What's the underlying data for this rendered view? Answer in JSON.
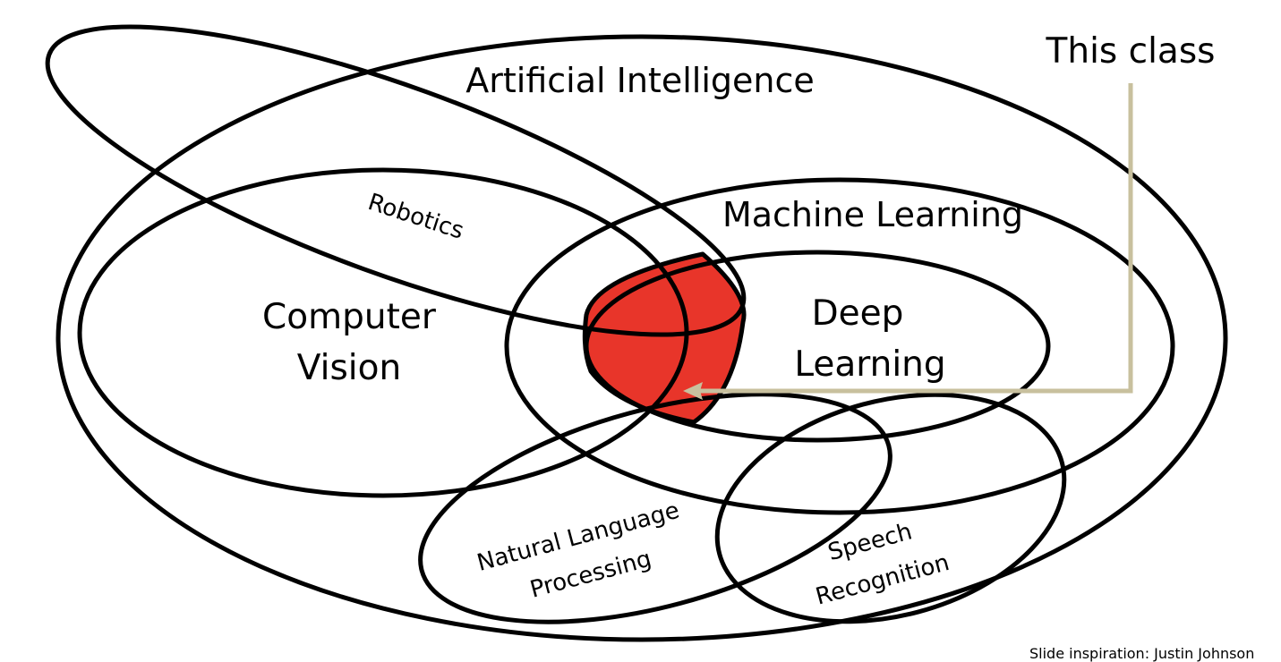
{
  "colors": {
    "outline": "#000000",
    "highlight": "#e8352a",
    "pointer": "#c8c09e"
  },
  "labels": {
    "artificial_intelligence": "Artificial Intelligence",
    "this_class": "This class",
    "robotics": "Robotics",
    "machine_learning": "Machine Learning",
    "computer_vision_line1": "Computer",
    "computer_vision_line2": "Vision",
    "deep_learning_line1": "Deep",
    "deep_learning_line2": "Learning",
    "nlp_line1": "Natural Language",
    "nlp_line2": "Processing",
    "speech_line1": "Speech",
    "speech_line2": "Recognition"
  },
  "credit": "Slide inspiration: Justin Johnson"
}
